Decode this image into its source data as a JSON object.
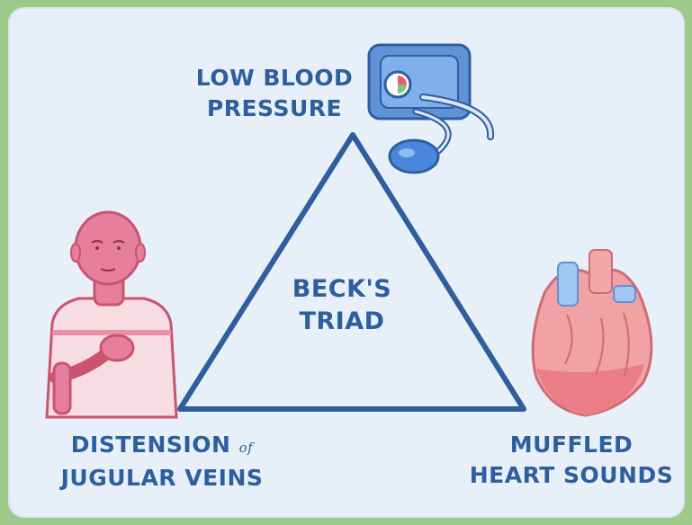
{
  "diagram": {
    "center": {
      "line1": "BECK'S",
      "line2": "TRIAD"
    },
    "top": {
      "line1": "LOW BLOOD",
      "line2": "PRESSURE",
      "icon": "blood-pressure-cuff-icon"
    },
    "left": {
      "line1_main": "DISTENSION",
      "line1_small": "of",
      "line2": "JUGULAR VEINS",
      "icon": "person-with-hand-on-chest-icon"
    },
    "right": {
      "line1": "MUFFLED",
      "line2": "HEART SOUNDS",
      "icon": "heart-icon"
    }
  },
  "colors": {
    "frame": "#9fc98a",
    "background": "#e7eff9",
    "text": "#2f5e9e",
    "triangle": "#2f5e9e",
    "cuff": "#5f93d6",
    "person": "#e67f9e",
    "heart": "#f2a1a4"
  }
}
